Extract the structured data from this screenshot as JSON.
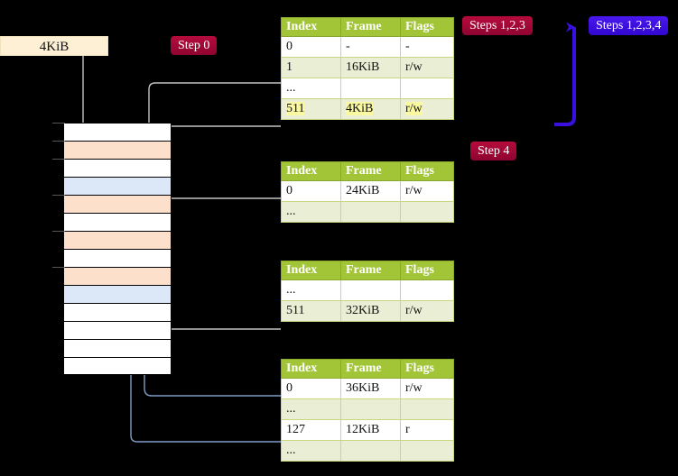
{
  "diagram": {
    "title_hidden": "",
    "colors": {
      "header_green": "#a2c537",
      "row_alt": "#e9eed4",
      "highlight_yellow": "#fbf8a2",
      "badge_red": "#a4093a",
      "badge_blue": "#3a10e0",
      "mem_orange": "#fce0cb",
      "mem_blue": "#dce8f7",
      "size_box": "#fdf0d5",
      "wire_gray": "#b0b0b0",
      "wire_blue": "#7d9dc4",
      "arrow_blue": "#3a10e0"
    }
  },
  "size_label": {
    "text": "4KiB"
  },
  "badges": {
    "step0": {
      "label": "Step 0",
      "color": "red"
    },
    "steps123": {
      "label": "Steps 1,2,3",
      "color": "red"
    },
    "steps1234": {
      "label": "Steps 1,2,3,4",
      "color": "blue"
    },
    "step4": {
      "label": "Step 4",
      "color": "red"
    }
  },
  "columns": [
    "Index",
    "Frame",
    "Flags"
  ],
  "tables": [
    {
      "id": "pt0",
      "rows": [
        {
          "cells": [
            "0",
            "-",
            "-"
          ],
          "alt": false,
          "highlight": false
        },
        {
          "cells": [
            "1",
            "16KiB",
            "r/w"
          ],
          "alt": true,
          "highlight": false
        },
        {
          "cells": [
            "...",
            "",
            ""
          ],
          "alt": false,
          "highlight": false
        },
        {
          "cells": [
            "511",
            "4KiB",
            "r/w"
          ],
          "alt": true,
          "highlight": true
        }
      ]
    },
    {
      "id": "pt1",
      "rows": [
        {
          "cells": [
            "0",
            "24KiB",
            "r/w"
          ],
          "alt": false,
          "highlight": false
        },
        {
          "cells": [
            "...",
            "",
            ""
          ],
          "alt": true,
          "highlight": false
        }
      ]
    },
    {
      "id": "pt2",
      "rows": [
        {
          "cells": [
            "...",
            "",
            ""
          ],
          "alt": false,
          "highlight": false
        },
        {
          "cells": [
            "511",
            "32KiB",
            "r/w"
          ],
          "alt": true,
          "highlight": false
        }
      ]
    },
    {
      "id": "pt3",
      "rows": [
        {
          "cells": [
            "0",
            "36KiB",
            "r/w"
          ],
          "alt": false,
          "highlight": false
        },
        {
          "cells": [
            "...",
            "",
            ""
          ],
          "alt": true,
          "highlight": false
        },
        {
          "cells": [
            "127",
            "12KiB",
            "r"
          ],
          "alt": false,
          "highlight": false
        },
        {
          "cells": [
            "...",
            "",
            ""
          ],
          "alt": true,
          "highlight": false
        }
      ]
    }
  ],
  "memory": {
    "rows": [
      {
        "fill": "white",
        "tick": true
      },
      {
        "fill": "orange",
        "tick": true
      },
      {
        "fill": "white",
        "tick": true
      },
      {
        "fill": "blue",
        "tick": false
      },
      {
        "fill": "orange",
        "tick": true
      },
      {
        "fill": "white",
        "tick": false
      },
      {
        "fill": "orange",
        "tick": true
      },
      {
        "fill": "white",
        "tick": false
      },
      {
        "fill": "orange",
        "tick": true
      },
      {
        "fill": "blue",
        "tick": false
      },
      {
        "fill": "white",
        "tick": false
      },
      {
        "fill": "white",
        "tick": false
      },
      {
        "fill": "white",
        "tick": false
      },
      {
        "fill": "white",
        "tick": false
      }
    ]
  }
}
